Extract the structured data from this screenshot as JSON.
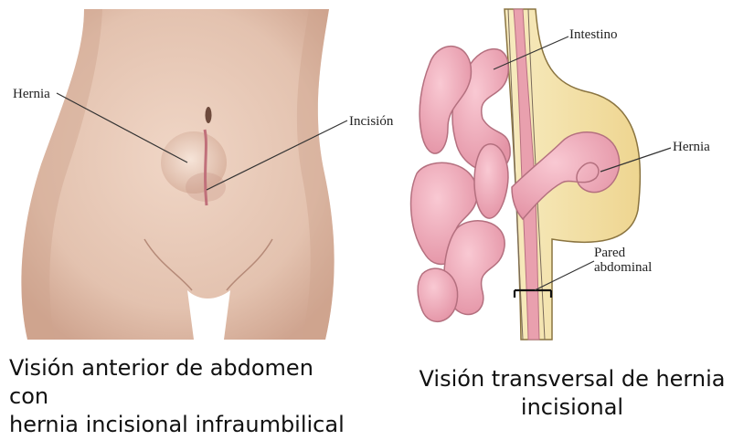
{
  "labels": {
    "hernia_left": "Hernia",
    "incision": "Incisión",
    "intestino": "Intestino",
    "hernia_right": "Hernia",
    "pared_line1": "Pared",
    "pared_line2": "abdominal"
  },
  "captions": {
    "left_line1": "Visión anterior de abdomen con",
    "left_line2": "hernia incisional infraumbilical",
    "right_line1": "Visión transversal de hernia",
    "right_line2": "incisional"
  },
  "colors": {
    "skin": "#e6c8b6",
    "skin_shadow": "#cfa896",
    "intestine": "#f0a8b8",
    "intestine_outline": "#b4707f",
    "fat": "#f3e3a8",
    "muscle": "#e89aa8"
  }
}
